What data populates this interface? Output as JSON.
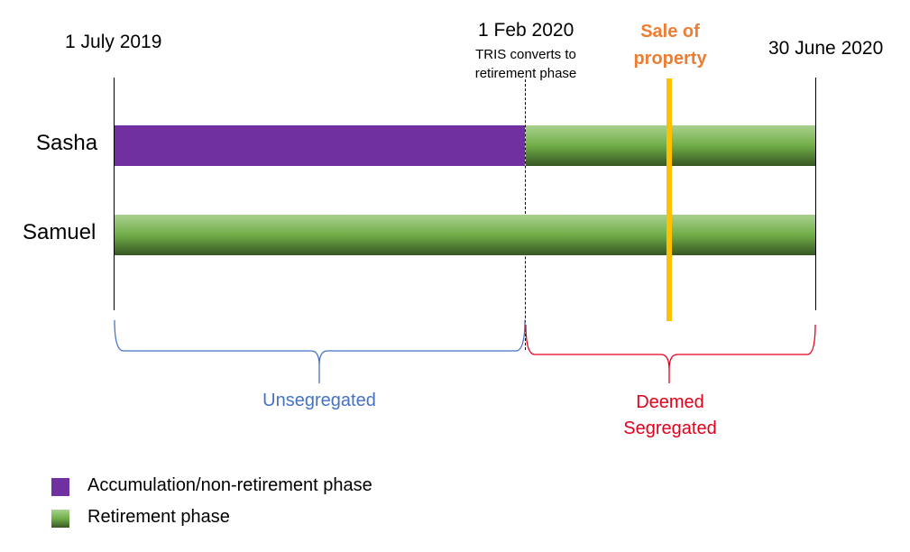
{
  "timeline": {
    "start_label": "1 July 2019",
    "mid_label": "1 Feb 2020",
    "mid_note": "TRIS converts to retirement phase",
    "end_label": "30 June 2020",
    "event_label": "Sale of property"
  },
  "people": [
    {
      "name": "Sasha",
      "phases": [
        "Accumulation/non-retirement phase",
        "Retirement phase"
      ]
    },
    {
      "name": "Samuel",
      "phases": [
        "Retirement phase"
      ]
    }
  ],
  "segments": {
    "left_label": "Unsegregated",
    "right_label": "Deemed Segregated",
    "left_color": "#4472C4",
    "right_color": "#E3001B"
  },
  "legend": [
    {
      "label": "Accumulation/non-retirement phase",
      "color": "#7030A0"
    },
    {
      "label": "Retirement phase",
      "color": "#70AD47"
    }
  ],
  "colors": {
    "event": "#ED7D31",
    "event_line": "#FFC000"
  }
}
